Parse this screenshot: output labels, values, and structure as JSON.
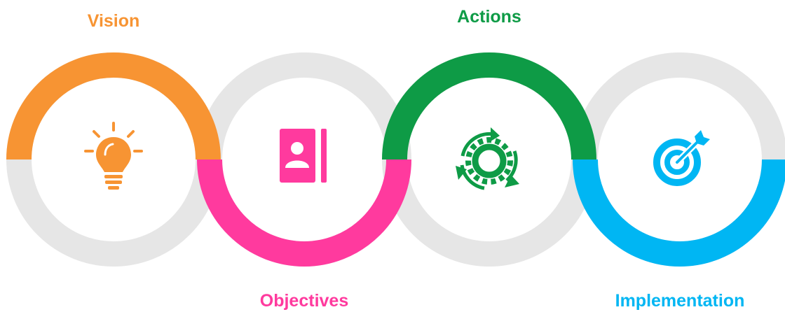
{
  "colors": {
    "ring_base": "#e6e6e6",
    "vision": "#f79433",
    "objectives": "#ff3a9e",
    "actions": "#0e9b46",
    "implementation": "#00b6f3"
  },
  "steps": [
    {
      "label": "Vision",
      "icon": "lightbulb-icon",
      "arc": "top"
    },
    {
      "label": "Objectives",
      "icon": "contact-book-icon",
      "arc": "bottom"
    },
    {
      "label": "Actions",
      "icon": "gear-cycle-icon",
      "arc": "top"
    },
    {
      "label": "Implementation",
      "icon": "target-arrow-icon",
      "arc": "bottom"
    }
  ]
}
